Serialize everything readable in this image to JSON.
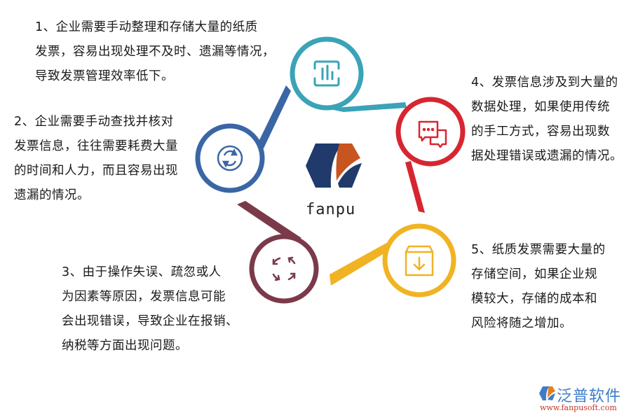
{
  "diagram": {
    "center_logo": {
      "text": "fanpu",
      "colors": {
        "navy": "#1f3a6b",
        "orange": "#c8541f"
      }
    },
    "nodes": [
      {
        "id": 1,
        "color": "#3aa3b8",
        "icon": "bar-chart-icon",
        "lines": [
          "1、企业需要手动整理和存储大量的纸质",
          "发票，容易出现处理不及时、遗漏等情况，",
          "导致发票管理效率低下。"
        ]
      },
      {
        "id": 2,
        "color": "#3a66a6",
        "icon": "refresh-circle-icon",
        "lines": [
          "2、企业需要手动查找并核对",
          "发票信息，往往需要耗费大量",
          "的时间和人力，而且容易出现",
          "遗漏的情况。"
        ]
      },
      {
        "id": 3,
        "color": "#7a3a4a",
        "icon": "cycle-arrows-icon",
        "lines": [
          "3、由于操作失误、疏忽或人",
          "为因素等原因，发票信息可能",
          "会出现错误，导致企业在报销、",
          "纳税等方面出现问题。"
        ]
      },
      {
        "id": 4,
        "color": "#d72631",
        "icon": "chat-bubbles-icon",
        "lines": [
          "4、发票信息涉及到大量的",
          "数据处理，如果使用传统",
          "的手工方式，容易出现数",
          "据处理错误或遗漏的情况。"
        ]
      },
      {
        "id": 5,
        "color": "#f0b323",
        "icon": "archive-download-icon",
        "lines": [
          "5、纸质发票需要大量的",
          "存储空间，如果企业规",
          "模较大，存储的成本和",
          "风险将随之增加。"
        ]
      }
    ]
  },
  "watermark": {
    "name": "泛普软件",
    "url": "www.fanpusoft.com"
  }
}
